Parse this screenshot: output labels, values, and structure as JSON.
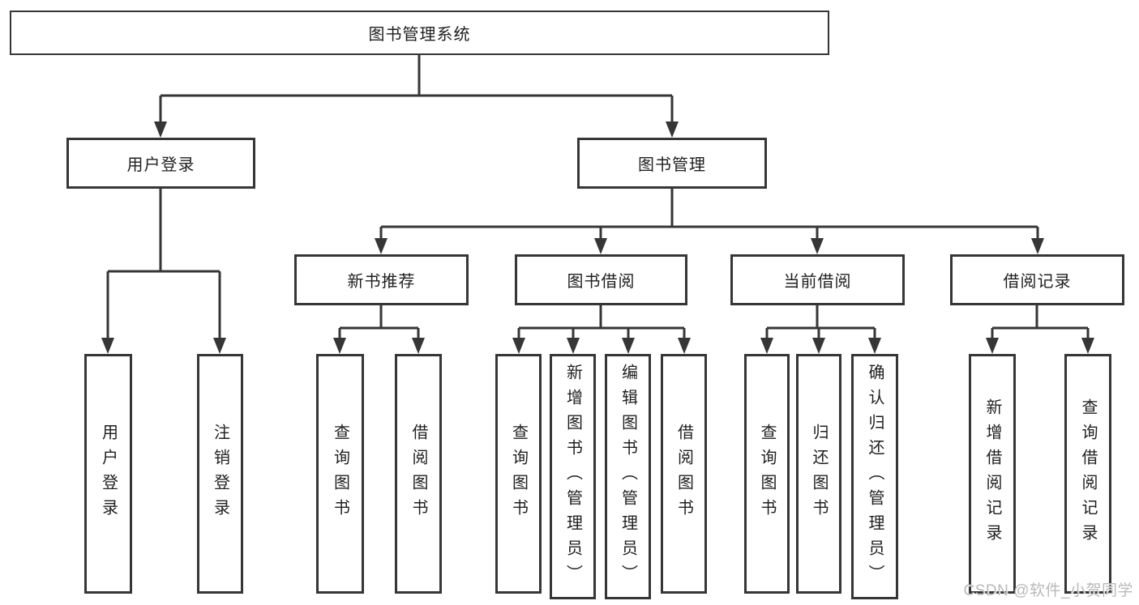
{
  "tree": {
    "root": {
      "label": "图书管理系统"
    },
    "children": [
      {
        "label": "用户登录",
        "children": [
          {
            "label": "用户登录"
          },
          {
            "label": "注销登录"
          }
        ]
      },
      {
        "label": "图书管理",
        "children": [
          {
            "label": "新书推荐",
            "children": [
              {
                "label": "查询图书"
              },
              {
                "label": "借阅图书"
              }
            ]
          },
          {
            "label": "图书借阅",
            "children": [
              {
                "label": "查询图书"
              },
              {
                "label": "新增图书（管理员）"
              },
              {
                "label": "编辑图书（管理员）"
              },
              {
                "label": "借阅图书"
              }
            ]
          },
          {
            "label": "当前借阅",
            "children": [
              {
                "label": "查询图书"
              },
              {
                "label": "归还图书"
              },
              {
                "label": "确认归还（管理员）"
              }
            ]
          },
          {
            "label": "借阅记录",
            "children": [
              {
                "label": "新增借阅记录"
              },
              {
                "label": "查询借阅记录"
              }
            ]
          }
        ]
      }
    ]
  },
  "watermark": "CSDN @软件_小贺同学",
  "colors": {
    "line": "#363636",
    "box_border": "#363636",
    "text": "#1f1f1f",
    "background": "#ffffff",
    "watermark": "#b9b9b9"
  }
}
